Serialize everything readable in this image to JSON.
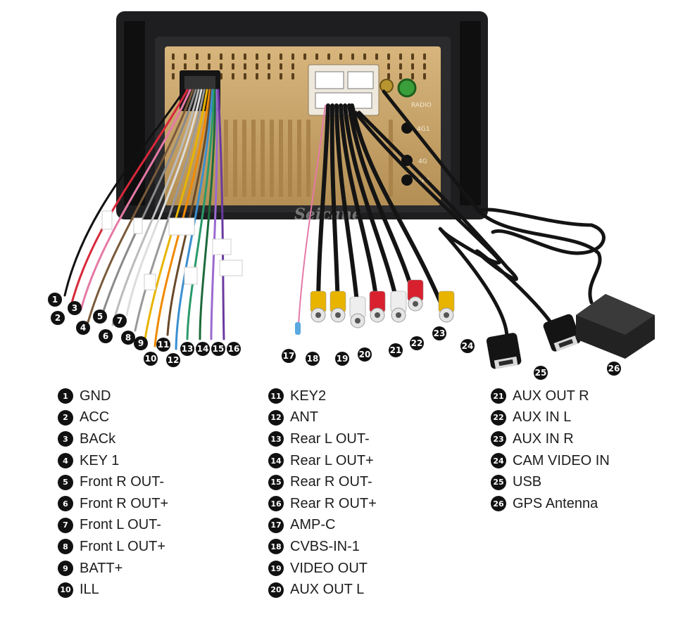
{
  "watermark": "Seicane",
  "panel_labels": {
    "radio": "RADIO",
    "fourg_1": "4G1",
    "fourg_2": "4G",
    "gps": "GPS"
  },
  "legend": [
    {
      "num": "1",
      "label": "GND"
    },
    {
      "num": "2",
      "label": "ACC"
    },
    {
      "num": "3",
      "label": "BACk"
    },
    {
      "num": "4",
      "label": "KEY 1"
    },
    {
      "num": "5",
      "label": "Front R OUT-"
    },
    {
      "num": "6",
      "label": "Front R OUT+"
    },
    {
      "num": "7",
      "label": "Front L OUT-"
    },
    {
      "num": "8",
      "label": "Front L OUT+"
    },
    {
      "num": "9",
      "label": "BATT+"
    },
    {
      "num": "10",
      "label": "ILL"
    },
    {
      "num": "11",
      "label": "KEY2"
    },
    {
      "num": "12",
      "label": "ANT"
    },
    {
      "num": "13",
      "label": "Rear L OUT-"
    },
    {
      "num": "14",
      "label": "Rear L OUT+"
    },
    {
      "num": "15",
      "label": "Rear R OUT-"
    },
    {
      "num": "16",
      "label": "Rear R OUT+"
    },
    {
      "num": "17",
      "label": "AMP-C"
    },
    {
      "num": "18",
      "label": "CVBS-IN-1"
    },
    {
      "num": "19",
      "label": "VIDEO OUT"
    },
    {
      "num": "20",
      "label": "AUX OUT L"
    },
    {
      "num": "21",
      "label": "AUX OUT R"
    },
    {
      "num": "22",
      "label": "AUX IN L"
    },
    {
      "num": "23",
      "label": "AUX IN R"
    },
    {
      "num": "24",
      "label": "CAM VIDEO IN"
    },
    {
      "num": "25",
      "label": "USB"
    },
    {
      "num": "26",
      "label": "GPS Antenna"
    }
  ],
  "colors": {
    "bezel": "#1e1e20",
    "gold_panel": "#c9a56a",
    "gold_dark": "#8a6a3a",
    "rca_yellow": "#e8b400",
    "rca_red": "#d8202e",
    "rca_white": "#eeeeee",
    "cable_black": "#141414"
  }
}
